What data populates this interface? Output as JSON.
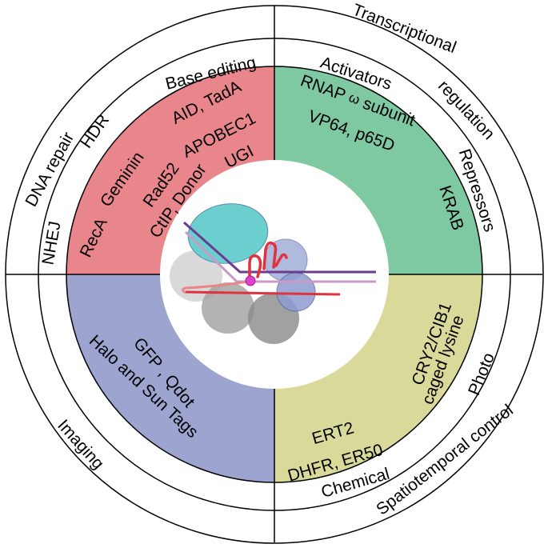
{
  "outer_ring": {
    "dna_repair": "DNA repair",
    "transcriptional_regulation": "Transcriptional regulation",
    "spatiotemporal_control": "Spatiotemporal control",
    "imaging": "Imaging"
  },
  "middle_ring": {
    "nhej": "NHEJ",
    "hdr": "HDR",
    "base_editing": "Base editing",
    "activators": "Activators",
    "repressors": "Repressors",
    "photo": "Photo",
    "chemical": "Chemical"
  },
  "quadrants": {
    "dna_repair": {
      "color": "#e8868c",
      "recA": "RecA",
      "geminin": "Geminin",
      "rad52": "Rad52",
      "ctip_donor": "CtIP, Donor",
      "aid_tada": "AID, TadA",
      "apobec1": "APOBEC1",
      "ugi": "UGI"
    },
    "transcription": {
      "color": "#7ec8a2",
      "rnap_prefix": "RNAP",
      "rnap_omega": "ω",
      "rnap_suffix": "subunit",
      "vp64": "VP64, p65D",
      "krab": "KRAB"
    },
    "spatiotemporal": {
      "color": "#d9da9a",
      "cry2": "CRY2/CIB1",
      "caged": "caged lysine",
      "ert2": "ERT2",
      "dhfr": "DHFR, ER50"
    },
    "imaging": {
      "color": "#9ca4cf",
      "gfp": "GFP , Qdot",
      "halo": "Halo and Sun Tags"
    }
  },
  "colors": {
    "teal_domain": "#6ccfcf",
    "blue_domain": "#8f9dd0",
    "grey_domain": "#9a9a9a",
    "dna_red": "#e0323c",
    "dna_purple": "#6a3d8f",
    "dna_pink": "#c89ac8",
    "dot_magenta": "#e040d0"
  }
}
